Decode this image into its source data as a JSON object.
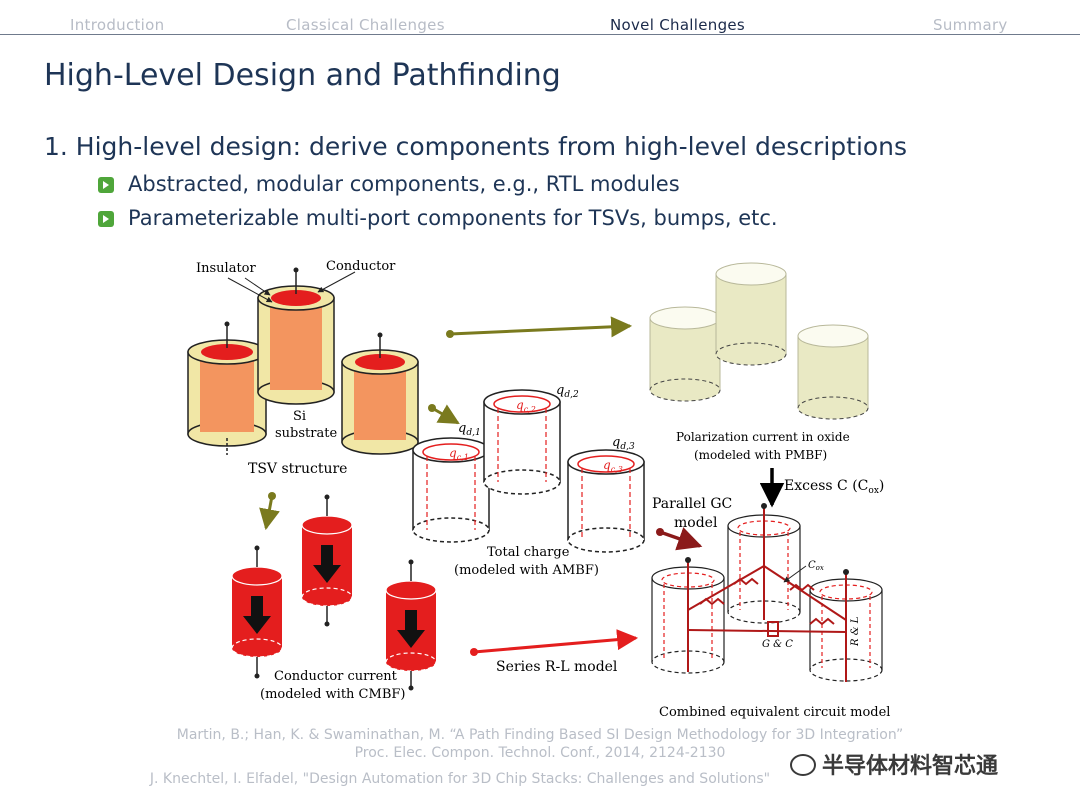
{
  "nav": {
    "items": [
      {
        "label": "Introduction",
        "active": false
      },
      {
        "label": "Classical Challenges",
        "active": false
      },
      {
        "label": "Novel Challenges",
        "active": true
      },
      {
        "label": "Summary",
        "active": false
      }
    ]
  },
  "slide": {
    "title": "High-Level Design and Pathfinding",
    "point1": "1. High-level design: derive components from high-level descriptions",
    "sub1": "Abstracted, modular components, e.g., RTL modules",
    "sub2": "Parameterizable multi-port components for TSVs, bumps, etc."
  },
  "figure": {
    "insulator": "Insulator",
    "conductor": "Conductor",
    "si": "Si",
    "substrate": "substrate",
    "tsv_structure": "TSV structure",
    "qd1": "q",
    "qd1_sub": "d,1",
    "qd2": "q",
    "qd2_sub": "d,2",
    "qd3": "q",
    "qd3_sub": "d,3",
    "qc1": "q",
    "qc1_sub": "c,1",
    "qc2": "q",
    "qc2_sub": "c,2",
    "qc3": "q",
    "qc3_sub": "c,3",
    "total_charge": "Total charge",
    "ambf": "(modeled with AMBF)",
    "polarization": "Polarization current in oxide",
    "pmbf": "(modeled with PMBF)",
    "excess": "Excess C (C",
    "excess_sub": "ox",
    "excess_end": ")",
    "parallel_gc": "Parallel GC",
    "model": "model",
    "cox": "C",
    "cox_sub": "ox",
    "gc": "G & C",
    "rl": "R & L",
    "conductor_current": "Conductor current",
    "cmbf": "(modeled with CMBF)",
    "series_rl": "Series R-L model",
    "combined": "Combined equivalent circuit model"
  },
  "refs": {
    "line1": "Martin, B.; Han, K. & Swaminathan, M. “A Path Finding Based SI Design Methodology for 3D Integration”",
    "line2": "Proc. Elec. Compon. Technol. Conf., 2014, 2124-2130",
    "line3": "J. Knechtel, I. Elfadel, \"Design Automation for 3D Chip Stacks: Challenges and Solutions\""
  },
  "watermark": "半导体材料智芯通",
  "colors": {
    "title": "#1e3556",
    "nav_inactive": "#b7bcc6",
    "bullet": "#4fa63a",
    "conductor_red": "#e41e1e",
    "insulator_orange": "#f3955f",
    "oxide_yellow": "#e9e9c4"
  }
}
